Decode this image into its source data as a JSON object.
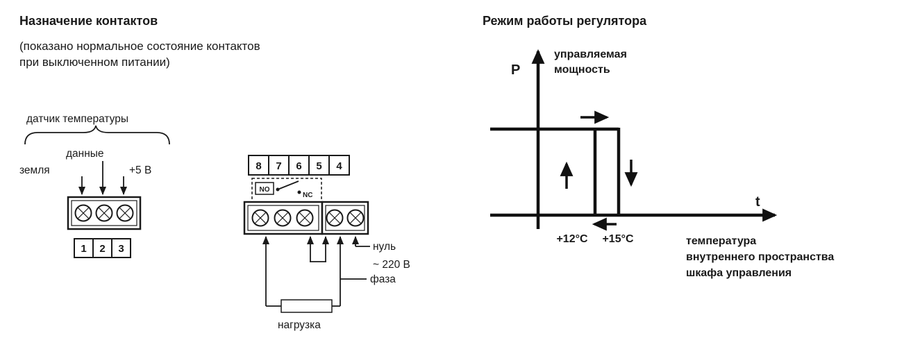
{
  "accent_color": "#1a1a1a",
  "contacts": {
    "title": "Назначение контактов",
    "subtitle_line1": "(показано нормальное состояние контактов",
    "subtitle_line2": "при выключенном питании)",
    "sensor": {
      "label": "датчик температуры",
      "pin_ground": "земля",
      "pin_data": "данные",
      "pin_power": "+5 В",
      "terminals": [
        "1",
        "2",
        "3"
      ]
    },
    "relay_block": {
      "terminals": [
        "8",
        "7",
        "6",
        "5",
        "4"
      ],
      "contact_no": "NO",
      "contact_nc": "NC",
      "wire_neutral": "нуль",
      "wire_voltage": "~ 220 В",
      "wire_phase": "фаза",
      "load_label": "нагрузка"
    }
  },
  "regulator": {
    "title": "Режим работы регулятора",
    "y_axis_symbol": "P",
    "y_axis_desc_line1": "управляемая",
    "y_axis_desc_line2": "мощность",
    "x_axis_symbol": "t",
    "x_axis_desc_line1": "температура",
    "x_axis_desc_line2": "внутреннего пространства",
    "x_axis_desc_line3": "шкафа управления",
    "temp_on": "+12°C",
    "temp_off": "+15°C"
  }
}
